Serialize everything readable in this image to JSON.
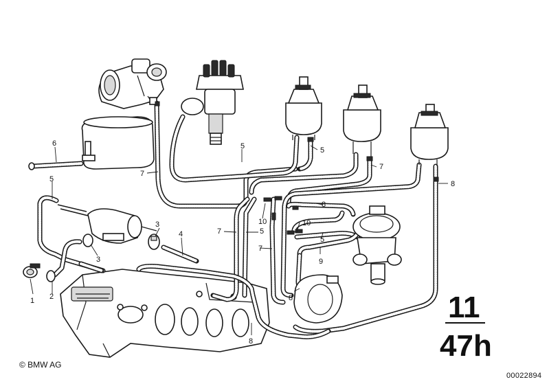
{
  "diagram": {
    "callouts": [
      "1",
      "2",
      "3",
      "3",
      "4",
      "5",
      "6",
      "7",
      "5",
      "5",
      "7",
      "7",
      "5",
      "8",
      "10",
      "10",
      "8",
      "5",
      "7",
      "9",
      "8",
      "8"
    ],
    "group_code_top": "11",
    "group_code_bottom": "47h"
  },
  "footer": {
    "copyright": "© BMW AG",
    "image_number": "00022894"
  }
}
